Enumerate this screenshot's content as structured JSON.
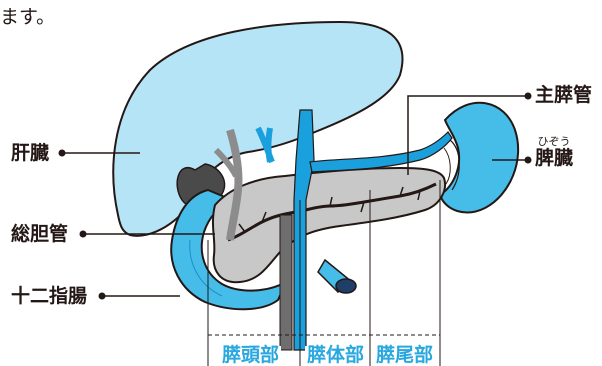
{
  "intro_text": "ます。",
  "labels": {
    "liver": "肝臓",
    "common_bile_duct": "総胆管",
    "duodenum": "十二指腸",
    "main_pancreatic_duct": "主膵管",
    "spleen": "脾臓",
    "spleen_reading": "ひぞう"
  },
  "regions": {
    "head": "膵頭部",
    "body": "膵体部",
    "tail": "膵尾部"
  },
  "colors": {
    "organ_light_blue": "#b6e4f7",
    "organ_blue": "#46bde9",
    "vessel_blue": "#1aa0dc",
    "pancreas_gray": "#c8c8c8",
    "outline": "#231815",
    "region_text": "#29a8e0"
  }
}
